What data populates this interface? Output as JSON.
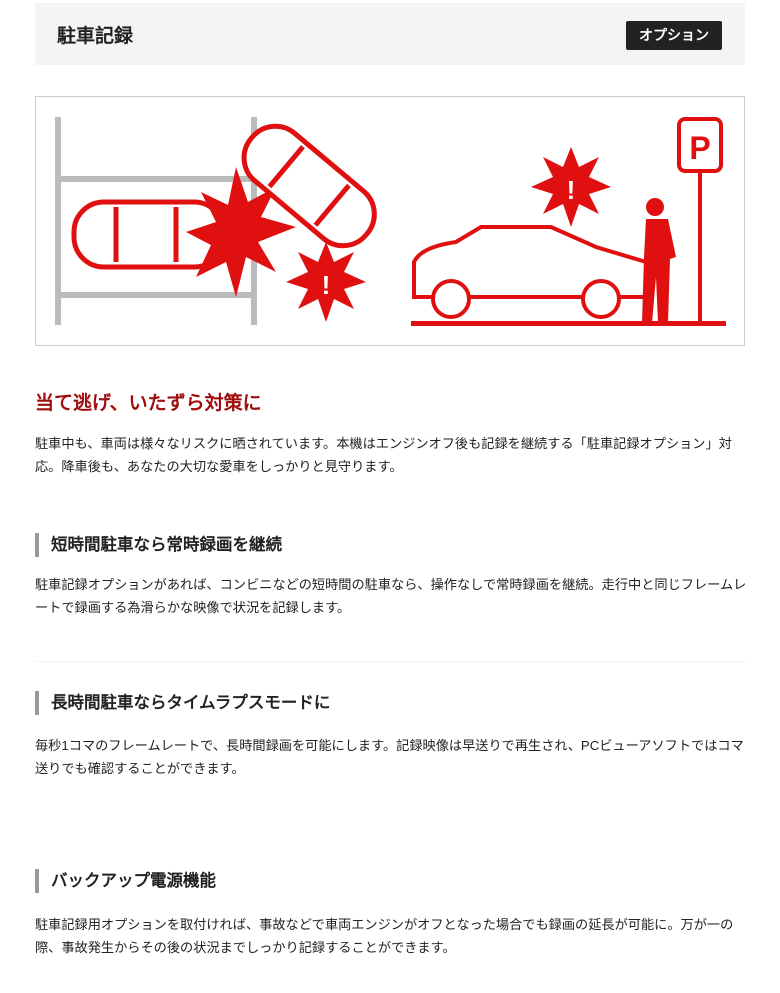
{
  "header": {
    "title": "駐車記録",
    "badge": "オプション"
  },
  "illustration": {
    "sign_letter": "P",
    "accent": "#e01010"
  },
  "lead": {
    "title": "当て逃げ、いたずら対策に",
    "text": "駐車中も、車両は様々なリスクに晒されています。本機はエンジンオフ後も記録を継続する「駐車記録オプション」対応。降車後も、あなたの大切な愛車をしっかりと見守ります。"
  },
  "sections": [
    {
      "title": "短時間駐車なら常時録画を継続",
      "text": "駐車記録オプションがあれば、コンビニなどの短時間の駐車なら、操作なしで常時録画を継続。走行中と同じフレームレートで録画する為滑らかな映像で状況を記録します。"
    },
    {
      "title": "長時間駐車ならタイムラプスモードに",
      "text": "毎秒1コマのフレームレートで、長時間録画を可能にします。記録映像は早送りで再生され、PCビューアソフトではコマ送りでも確認することができます。"
    },
    {
      "title": "バックアップ電源機能",
      "text": "駐車記録用オプションを取付ければ、事故などで車両エンジンがオフとなった場合でも録画の延長が可能に。万が一の際、事故発生からその後の状況までしっかり記録することができます。"
    }
  ]
}
